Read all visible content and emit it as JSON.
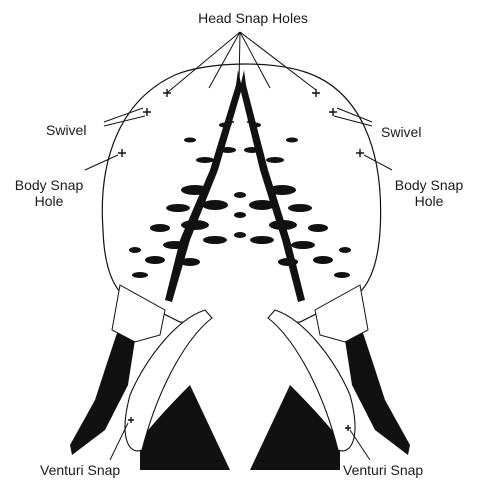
{
  "labels": {
    "head_snap_holes": "Head Snap Holes",
    "swivel_left": "Swivel",
    "swivel_right": "Swivel",
    "body_snap_left_line1": "Body Snap",
    "body_snap_left_line2": "Hole",
    "body_snap_right_line1": "Body Snap",
    "body_snap_right_line2": "Hole",
    "venturi_left": "Venturi Snap",
    "venturi_right": "Venturi Snap"
  },
  "colors": {
    "ink": "#111111",
    "paper": "#ffffff"
  }
}
